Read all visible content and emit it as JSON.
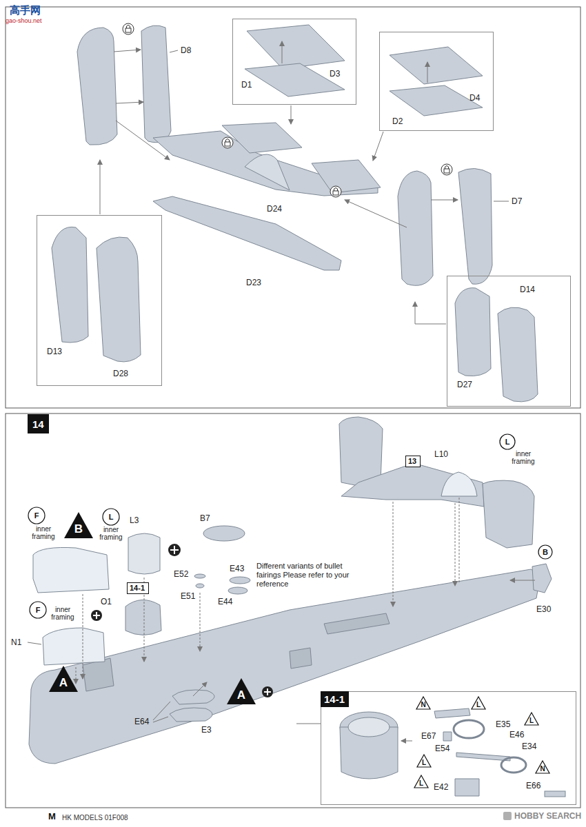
{
  "diagram": {
    "nodes": [
      {
        "text": [
          "D1",
          "D3"
        ]
      },
      {
        "text": [
          "D4",
          "D2"
        ]
      },
      {
        "text": [
          "D13",
          "D28"
        ]
      },
      {
        "text": [
          "D14",
          "D27"
        ]
      },
      {
        "text": [
          "14"
        ]
      },
      {
        "text": [
          "B"
        ]
      },
      {
        "text": [
          "F",
          "inner framing"
        ]
      },
      {
        "text": [
          "L",
          "inner framing"
        ]
      },
      {
        "text": [
          "14-1"
        ]
      },
      {
        "text": [
          "13"
        ]
      },
      {
        "text": [
          "L",
          "inner framing"
        ]
      },
      {
        "text": [
          "B"
        ]
      },
      {
        "text": [
          "F",
          "inner framing"
        ]
      },
      {
        "text": [
          "A"
        ]
      },
      {
        "text": [
          "A"
        ]
      },
      {
        "text": [
          "E35",
          "E46",
          "E34",
          "E67",
          "E54",
          "E66",
          "E42"
        ]
      },
      {
        "text": [
          "14-1"
        ],
        "in": 15
      },
      {
        "text": [
          "N"
        ],
        "in": 15
      },
      {
        "text": [
          "L"
        ],
        "in": 15
      },
      {
        "text": [
          "L"
        ],
        "in": 15
      },
      {
        "text": [
          "L"
        ],
        "in": 15
      },
      {
        "text": [
          "N"
        ],
        "in": 15
      },
      {
        "text": [
          "L"
        ],
        "in": 15
      }
    ],
    "labels": [
      "高手网",
      "gao-shou.net",
      "D8",
      "D24",
      "D23",
      "D7",
      "L10",
      "L3",
      "B7",
      "O1",
      "E52",
      "E43",
      "E51",
      "E44",
      "Different variants of bullet fairings Please refer to your reference",
      "E30",
      "N1",
      "E64",
      "E3",
      "HK MODELS 01F008",
      "M",
      "HOBBY SEARCH"
    ]
  }
}
